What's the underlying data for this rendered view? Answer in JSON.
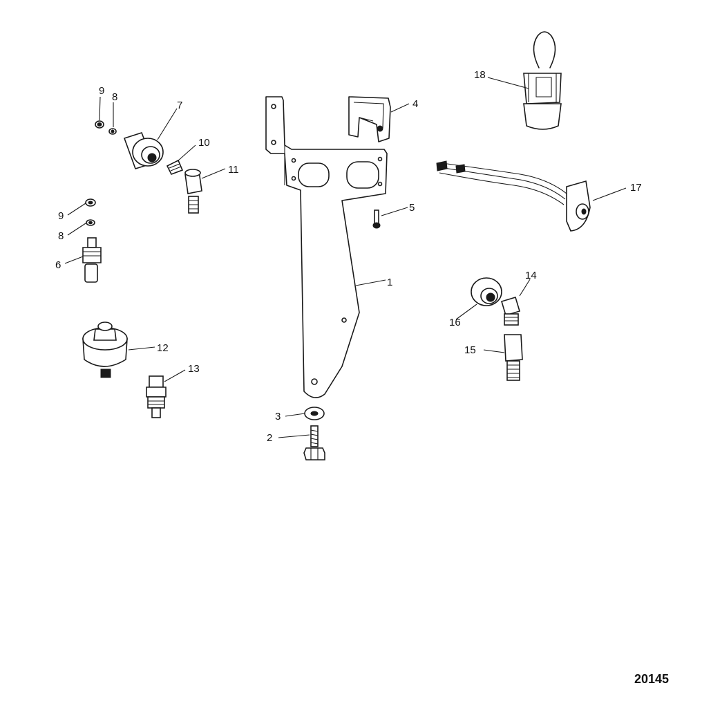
{
  "figure_id": "20145",
  "callouts": {
    "c1": "1",
    "c2": "2",
    "c3": "3",
    "c4": "4",
    "c5": "5",
    "c6": "6",
    "c7": "7",
    "c8a": "8",
    "c8b": "8",
    "c9a": "9",
    "c9b": "9",
    "c10": "10",
    "c11": "11",
    "c12": "12",
    "c13": "13",
    "c14": "14",
    "c15": "15",
    "c16": "16",
    "c17": "17",
    "c18": "18"
  }
}
